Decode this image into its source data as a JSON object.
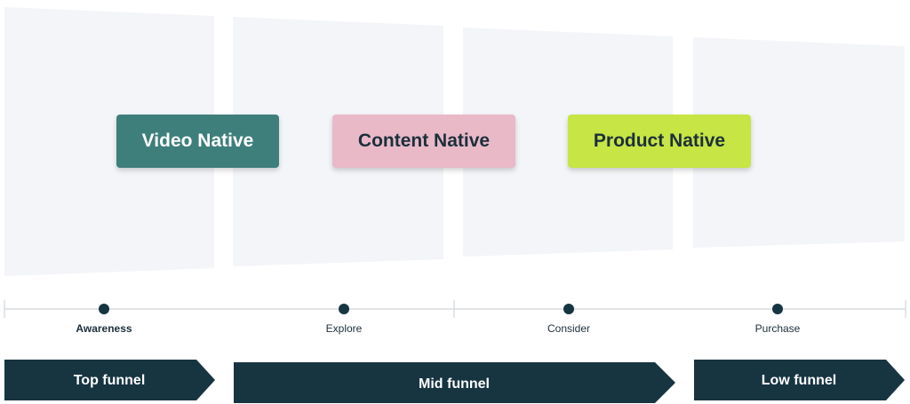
{
  "cards": {
    "video": "Video Native",
    "content": "Content Native",
    "product": "Product Native"
  },
  "stages": [
    "Awareness",
    "Explore",
    "Consider",
    "Purchase"
  ],
  "funnels": {
    "top": "Top funnel",
    "mid": "Mid funnel",
    "low": "Low funnel"
  },
  "colors": {
    "panel": "#f3f5f8",
    "video": "#3e7f7c",
    "content": "#e9b9c8",
    "product": "#c7e544",
    "navy": "#173441",
    "timeline": "#d0d5da"
  }
}
